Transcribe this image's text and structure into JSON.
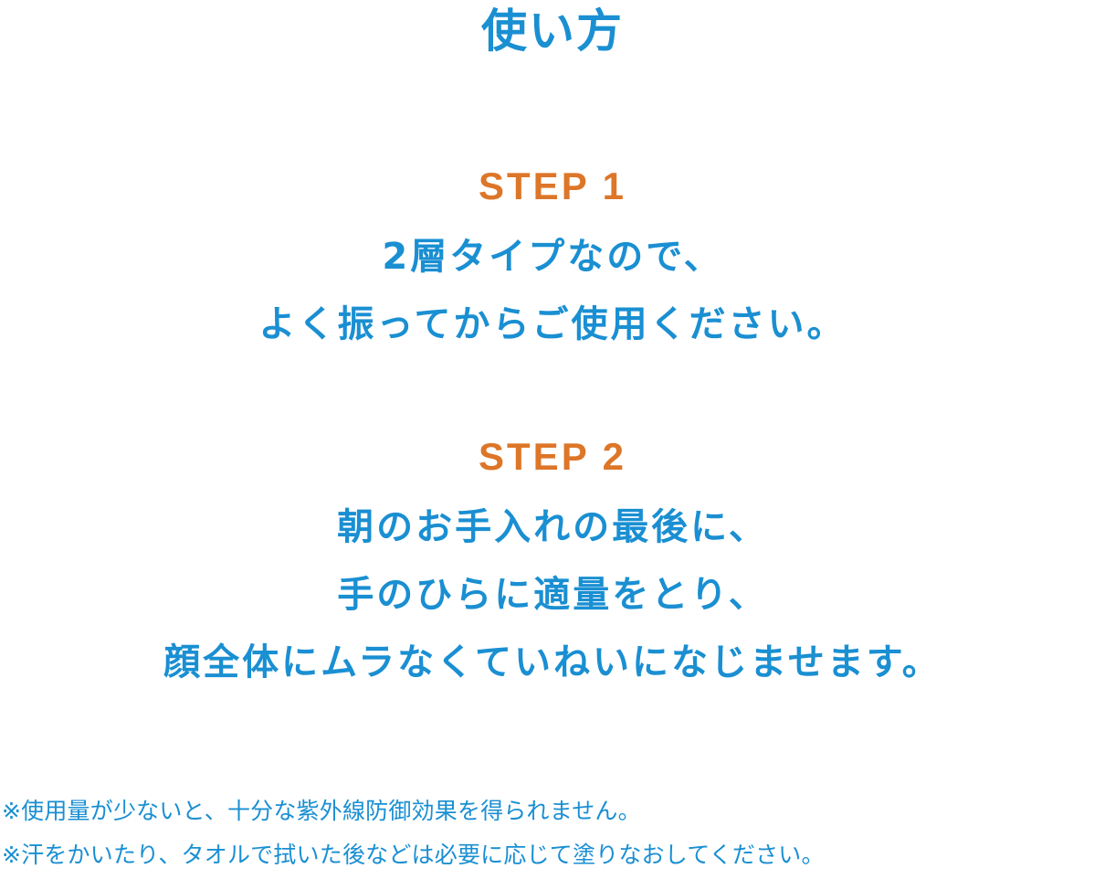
{
  "colors": {
    "blue": "#1a8fd2",
    "orange": "#dd7628"
  },
  "title": "使い方",
  "steps": [
    {
      "label": "STEP 1",
      "lines": [
        "2層タイプなので、",
        "よく振ってからご使用ください。"
      ]
    },
    {
      "label": "STEP 2",
      "lines": [
        "朝のお手入れの最後に、",
        "手のひらに適量をとり、",
        "顔全体にムラなくていねいになじませます。"
      ]
    }
  ],
  "notes": [
    "※使用量が少ないと、十分な紫外線防御効果を得られません。",
    "※汗をかいたり、タオルで拭いた後などは必要に応じて塗りなおしてください。"
  ]
}
